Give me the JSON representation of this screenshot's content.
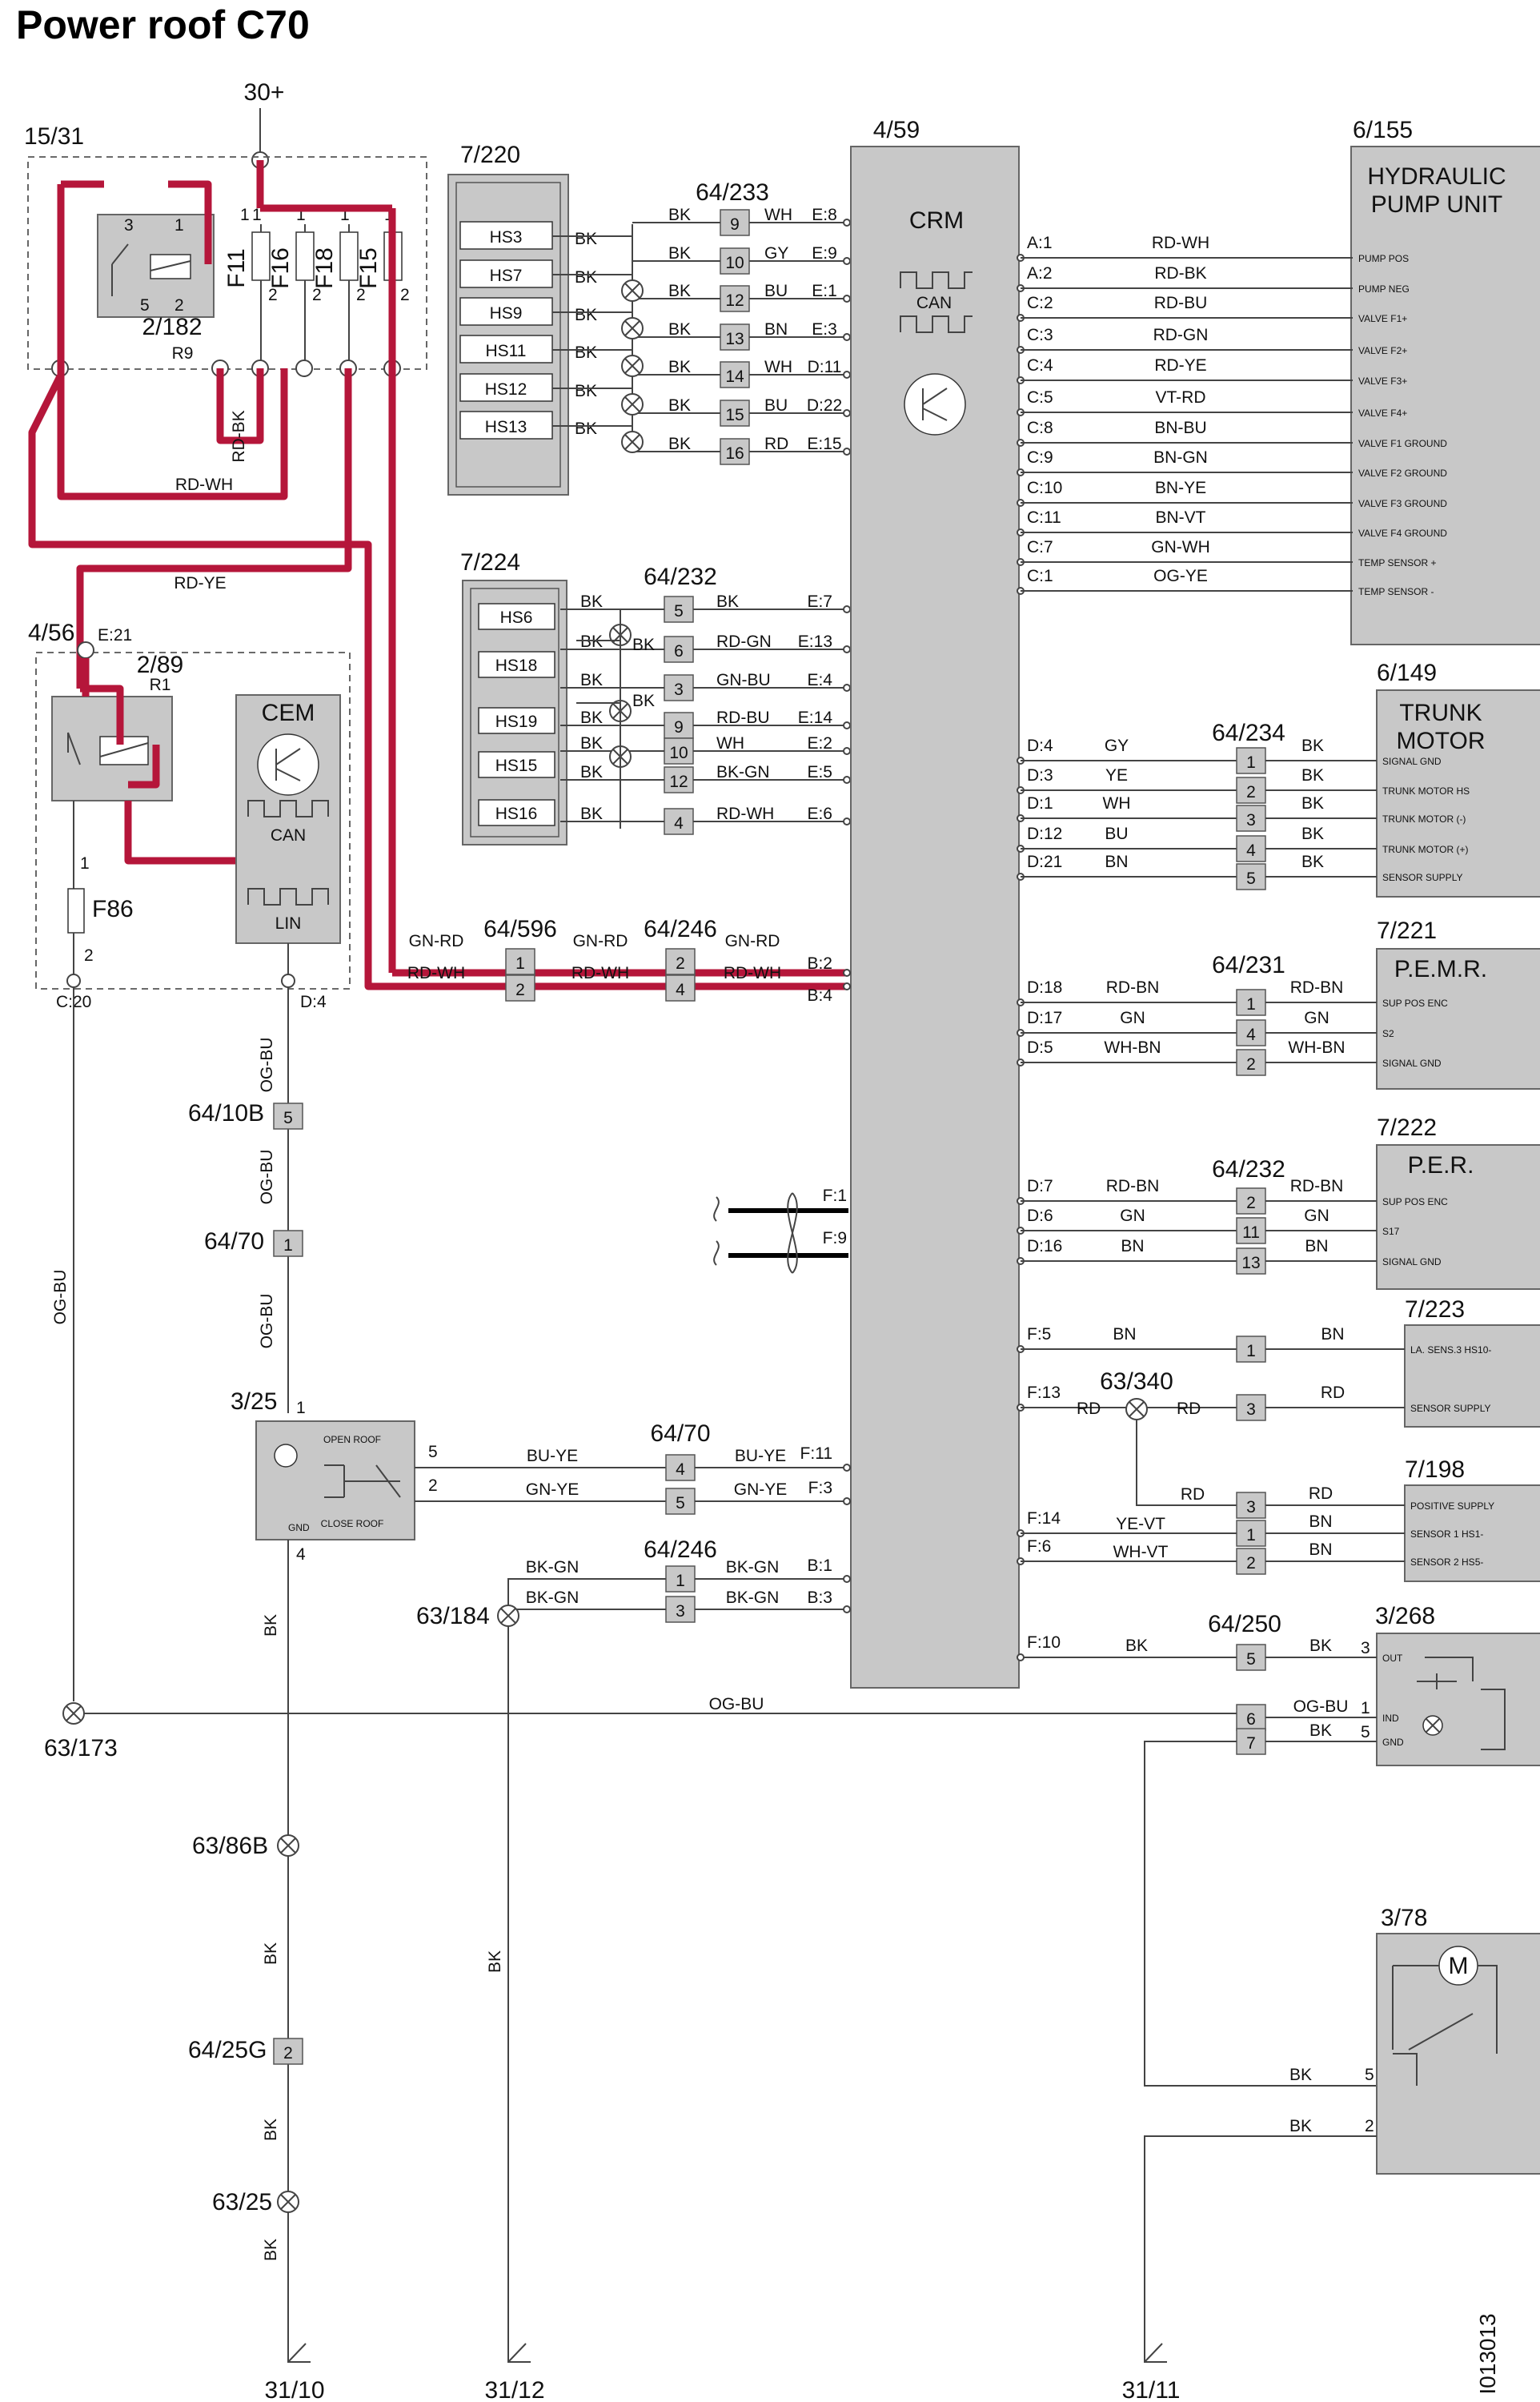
{
  "title": "Power roof C70",
  "doc_id": "I013013",
  "supply": "30+",
  "fuse_box": {
    "id": "15/31",
    "relay": "2/182",
    "relay_sub": "R9",
    "fuses": [
      "F11",
      "F16",
      "F18",
      "F15"
    ],
    "pin1": "1",
    "pin2": "2",
    "relay_pins": [
      "3",
      "1",
      "5",
      "2"
    ]
  },
  "wires_top": {
    "rd_bk": "RD-BK",
    "rd_wh": "RD-WH",
    "rd_ye": "RD-YE"
  },
  "cem_box": {
    "id": "4/56",
    "pin": "E:21",
    "relay": "2/89",
    "relay_sub": "R1",
    "cem": "CEM",
    "can": "CAN",
    "lin": "LIN",
    "fuse": "F86",
    "f_pin1": "1",
    "f_pin2": "2",
    "c20": "C:20",
    "d4": "D:4"
  },
  "panel_220": {
    "id": "7/220",
    "conn": "64/233",
    "switches": [
      "HS3",
      "HS7",
      "HS9",
      "HS11",
      "HS12",
      "HS13"
    ],
    "bk": "BK",
    "pins": [
      "9",
      "10",
      "12",
      "13",
      "14",
      "15",
      "16"
    ],
    "colors": [
      "WH",
      "GY",
      "BU",
      "BN",
      "WH",
      "BU",
      "RD"
    ],
    "terms": [
      "E:8",
      "E:9",
      "E:1",
      "E:3",
      "D:11",
      "D:22",
      "E:15"
    ]
  },
  "panel_224": {
    "id": "7/224",
    "conn": "64/232",
    "switches": [
      "HS6",
      "HS18",
      "HS19",
      "HS15",
      "HS16"
    ],
    "pins": [
      "5",
      "6",
      "3",
      "9",
      "10",
      "12",
      "4"
    ],
    "colors": [
      "BK",
      "RD-GN",
      "GN-BU",
      "RD-BU",
      "WH",
      "BK-GN",
      "RD-WH"
    ],
    "terms": [
      "E:7",
      "E:13",
      "E:4",
      "E:14",
      "E:2",
      "E:5",
      "E:6"
    ]
  },
  "crm": {
    "id": "4/59",
    "name": "CRM",
    "can": "CAN"
  },
  "pump": {
    "id": "6/155",
    "name1": "HYDRAULIC",
    "name2": "PUMP UNIT",
    "terms": [
      "A:1",
      "A:2",
      "C:2",
      "C:3",
      "C:4",
      "C:5",
      "C:8",
      "C:9",
      "C:10",
      "C:11",
      "C:7",
      "C:1"
    ],
    "colors": [
      "RD-WH",
      "RD-BK",
      "RD-BU",
      "RD-GN",
      "RD-YE",
      "VT-RD",
      "BN-BU",
      "BN-GN",
      "BN-YE",
      "BN-VT",
      "GN-WH",
      "OG-YE"
    ],
    "inputs": [
      "PUMP POS",
      "PUMP NEG",
      "VALVE F1+",
      "VALVE F2+",
      "VALVE F3+",
      "VALVE F4+",
      "VALVE F1 GROUND",
      "VALVE F2 GROUND",
      "VALVE F3 GROUND",
      "VALVE F4 GROUND",
      "TEMP SENSOR +",
      "TEMP SENSOR -"
    ]
  },
  "trunk": {
    "id": "6/149",
    "name1": "TRUNK",
    "name2": "MOTOR",
    "conn": "64/234",
    "terms": [
      "D:4",
      "D:3",
      "D:1",
      "D:12",
      "D:21"
    ],
    "colors": [
      "GY",
      "YE",
      "WH",
      "BU",
      "BN"
    ],
    "pins": [
      "1",
      "2",
      "3",
      "4",
      "5"
    ],
    "out": [
      "BK",
      "BK",
      "BK",
      "BK",
      "BK"
    ],
    "inputs": [
      "SIGNAL GND",
      "TRUNK MOTOR HS",
      "TRUNK MOTOR (-)",
      "TRUNK MOTOR (+)",
      "SENSOR SUPPLY"
    ]
  },
  "pemr": {
    "id": "7/221",
    "name": "P.E.M.R.",
    "conn": "64/231",
    "terms": [
      "D:18",
      "D:17",
      "D:5"
    ],
    "colors": [
      "RD-BN",
      "GN",
      "WH-BN"
    ],
    "pins": [
      "1",
      "4",
      "2"
    ],
    "out": [
      "RD-BN",
      "GN",
      "WH-BN"
    ],
    "inputs": [
      "SUP POS ENC",
      "S2",
      "SIGNAL GND"
    ]
  },
  "per": {
    "id": "7/222",
    "name": "P.E.R.",
    "conn": "64/232",
    "terms": [
      "D:7",
      "D:6",
      "D:16"
    ],
    "colors": [
      "RD-BN",
      "GN",
      "BN"
    ],
    "pins": [
      "2",
      "11",
      "13"
    ],
    "out": [
      "RD-BN",
      "GN",
      "BN"
    ],
    "inputs": [
      "SUP POS ENC",
      "S17",
      "SIGNAL GND"
    ]
  },
  "s223": {
    "id": "7/223",
    "splice": "63/340",
    "terms": [
      "F:5",
      "F:13"
    ],
    "colors": [
      "BN",
      "RD"
    ],
    "rd2": "RD",
    "pins": [
      "1",
      "3"
    ],
    "out": [
      "BN",
      "RD"
    ],
    "inputs": [
      "LA. SENS.3 HS10-",
      "SENSOR SUPPLY"
    ]
  },
  "s198": {
    "id": "7/198",
    "terms": [
      "F:14",
      "F:6"
    ],
    "colors": [
      "YE-VT",
      "WH-VT"
    ],
    "rd": "RD",
    "pins": [
      "3",
      "1",
      "2"
    ],
    "out": [
      "RD",
      "BN",
      "BN"
    ],
    "inputs": [
      "POSITIVE SUPPLY",
      "SENSOR 1 HS1-",
      "SENSOR 2 HS5-"
    ]
  },
  "crm_left": {
    "f1": "F:1",
    "f9": "F:9",
    "b2": "B:2",
    "b4": "B:4",
    "f11": "F:11",
    "f3": "F:3",
    "b1": "B:1",
    "b3": "B:3",
    "f10": "F:10"
  },
  "mid": {
    "c596": "64/596",
    "c246": "64/246",
    "gn_rd": "GN-RD",
    "rd_wh": "RD-WH",
    "p596": [
      "1",
      "2"
    ],
    "p246": [
      "2",
      "4"
    ]
  },
  "sw325": {
    "id": "3/25",
    "open": "OPEN ROOF",
    "close": "CLOSE ROOF",
    "gnd": "GND",
    "pin1": "1",
    "pin5": "5",
    "pin2": "2",
    "pin4": "4",
    "conn": "64/70",
    "pins": [
      "4",
      "5"
    ],
    "colors": [
      "BU-YE",
      "GN-YE"
    ]
  },
  "bkgn": {
    "conn": "64/246",
    "pins": [
      "1",
      "3"
    ],
    "color": "BK-GN",
    "splice": "63/184"
  },
  "s268": {
    "id": "3/268",
    "conn": "64/250",
    "pins": [
      "5",
      "6",
      "7"
    ],
    "colors": [
      "BK",
      "OG-BU",
      "BK"
    ],
    "nums": [
      "3",
      "1",
      "5"
    ],
    "inputs": [
      "OUT",
      "IND",
      "GND"
    ]
  },
  "m378": {
    "id": "3/78",
    "motor": "M",
    "pins": [
      "5",
      "2"
    ],
    "bk": "BK"
  },
  "left_chain": {
    "og_bu": "OG-BU",
    "c10b": "64/10B",
    "p10b": "5",
    "c70": "64/70",
    "p70": "1",
    "c173": "63/173",
    "og_bu_long": "OG-BU",
    "s86b": "63/86B",
    "c25g": "64/25G",
    "p25g": "2",
    "s25": "63/25",
    "bk": "BK"
  },
  "grounds": [
    "31/10",
    "31/12",
    "31/11"
  ]
}
